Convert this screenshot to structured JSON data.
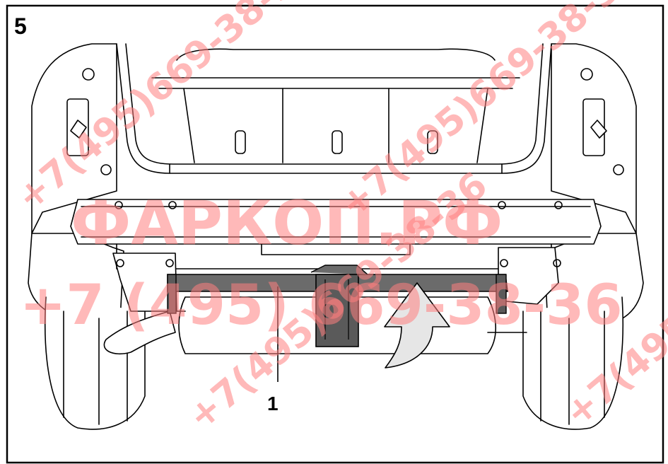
{
  "figure": {
    "step_number": "5",
    "callouts": [
      {
        "id": "1",
        "label": "1"
      }
    ]
  },
  "watermark": {
    "brand": "ФАРКОП.РФ",
    "phone": "+7 (495) 669-38-36",
    "phone_repeat": "+7(495)669-38-36",
    "color": "#ff7f7f"
  },
  "colors": {
    "line": "#000000",
    "tow_bar": "#6b6b6b",
    "bracket": "#5a5a5a",
    "arrow_fill": "#e6e6e6"
  }
}
